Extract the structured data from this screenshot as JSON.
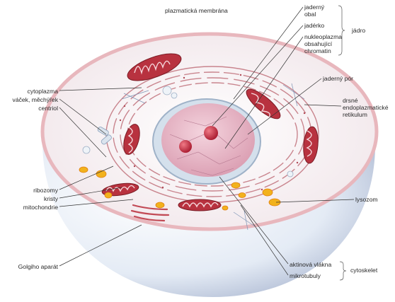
{
  "labels": {
    "plasma_membrane": "plazmatická membrána",
    "nuclear_envelope_1": "jaderný",
    "nuclear_envelope_2": "obal",
    "nucleolus": "jadérko",
    "nucleoplasm_1": "nukleoplazma",
    "nucleoplasm_2": "obsahující",
    "nucleoplasm_3": "chromatin",
    "nucleus_group": "jádro",
    "nuclear_pore": "jaderný pór",
    "rough_er_1": "drsné",
    "rough_er_2": "endoplazmatické",
    "rough_er_3": "retikulum",
    "cytoplasm": "cytoplazma",
    "vesicle": "váček, měchýřek",
    "centriole": "centriol",
    "ribosomes": "ribozomy",
    "cristae": "kristy",
    "mitochondria": "mitochondrie",
    "lysosome": "lysozom",
    "golgi": "Golgiho aparát",
    "actin": "aktinová vlákna",
    "microtubules": "mikrotubuly",
    "cytoskeleton_group": "cytoskelet"
  },
  "colors": {
    "cytoplasm_top": "#f6eef0",
    "membrane": "#e8b7bd",
    "cell_bottom": "#dfe7f2",
    "nucleus": "#e7b7c8",
    "nucleolus": "#c9344a",
    "mitochondria": "#b8323f",
    "er": "#c24a55",
    "lysosome": "#f2b21d",
    "line": "#333333"
  }
}
